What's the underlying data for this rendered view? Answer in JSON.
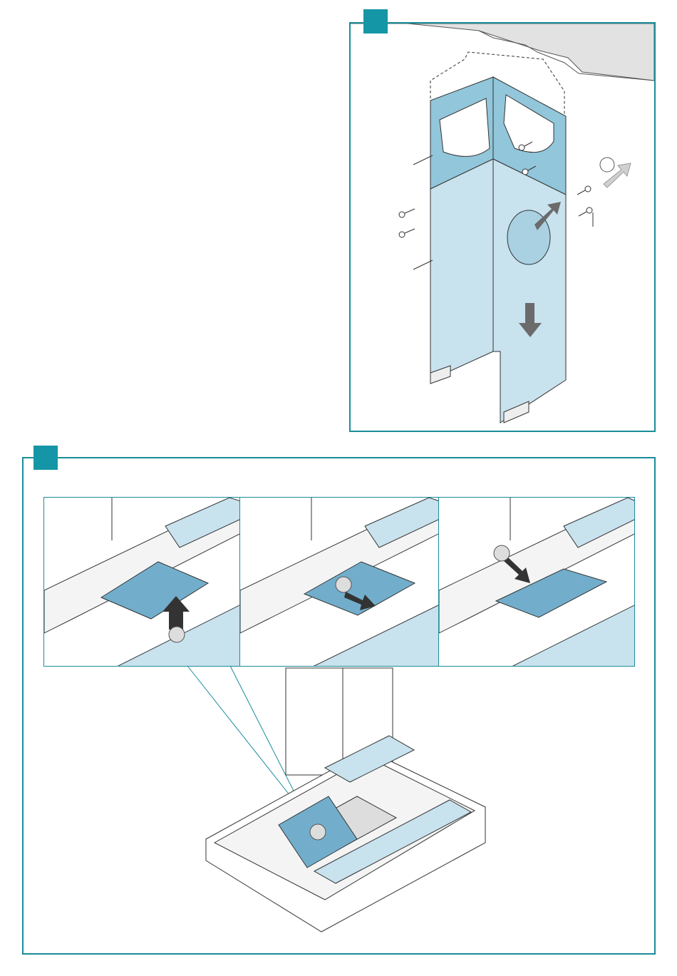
{
  "figure_1": {
    "step_marker_color": "#1596a6",
    "frame_color": "#1a8d9a",
    "parts": [
      "upper-chimney-section",
      "lower-chimney-section",
      "screws",
      "air-outlet"
    ]
  },
  "figure_2": {
    "step_marker_color": "#1596a6",
    "frame_color": "#1a8d9a",
    "steps": [
      {
        "action": "lift-filter"
      },
      {
        "action": "slide-filter"
      },
      {
        "action": "remove-filter"
      }
    ]
  },
  "colors": {
    "duct_fill": "#c8e2ee",
    "duct_upper_fill": "#92c6da",
    "wall_fill": "#e2e2e2",
    "filter_fill": "#72aecb",
    "arrow_fill": "#6b6b6b"
  }
}
